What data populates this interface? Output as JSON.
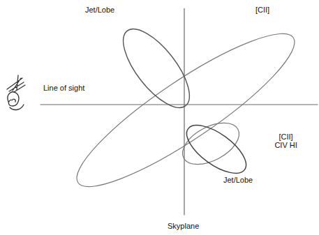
{
  "diagram": {
    "labels": [
      "Jet/Lobe",
      "[CII]",
      "Line of sight",
      "[CII] CIV HI",
      "Jet/Lobe",
      "Skyplane"
    ]
  }
}
